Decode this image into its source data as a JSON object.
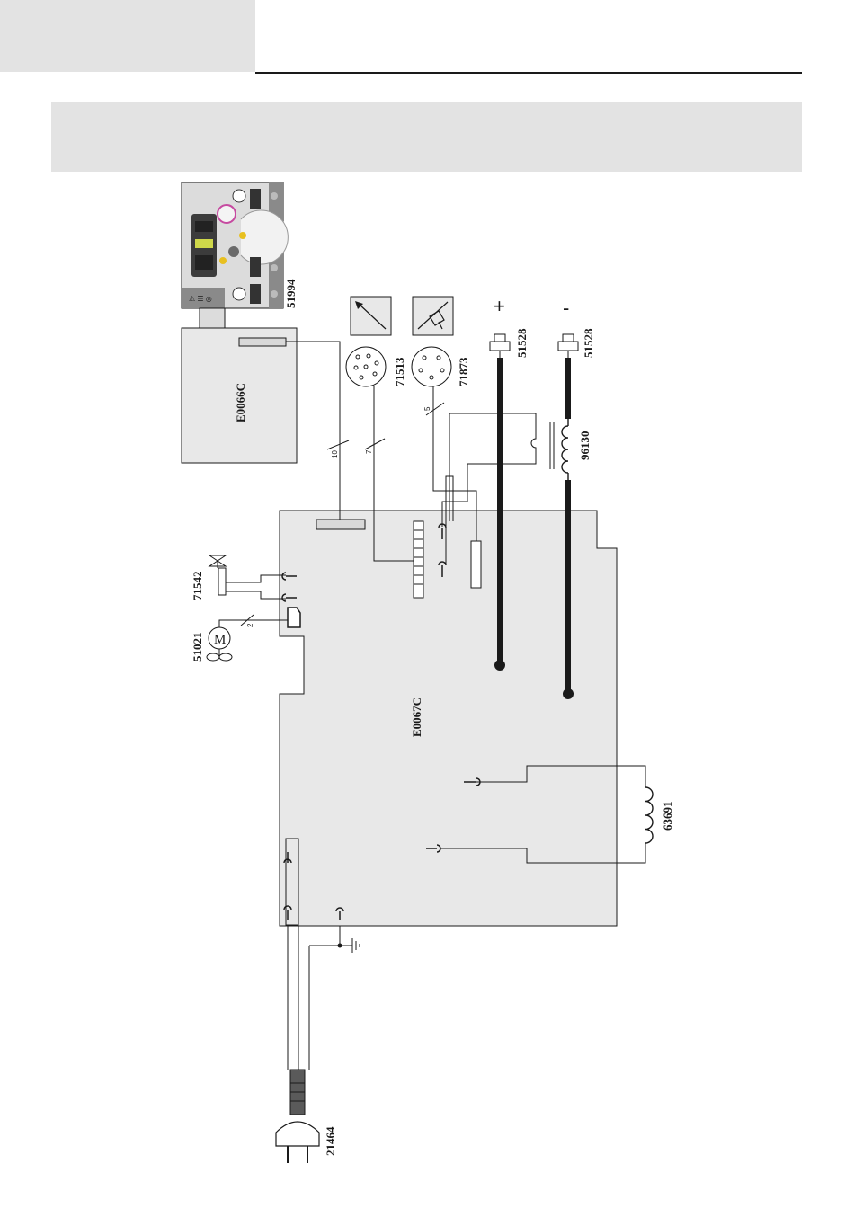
{
  "diagram": {
    "labels": {
      "panel": "51994",
      "control_board": "E0066C",
      "power_board": "E0067C",
      "connector_7pin": "71513",
      "connector_5pin": "71873",
      "socket_pos": "51528",
      "socket_neg": "51528",
      "inductor": "96130",
      "transformer": "63691",
      "valve": "71542",
      "fan_motor": "51021",
      "plug": "21464"
    },
    "symbols": {
      "plus": "+",
      "minus": "-",
      "motor": "M"
    },
    "wire_counts": {
      "ribbon": "10",
      "connector_7pin": "7",
      "connector_5pin": "5",
      "fan": "2"
    },
    "icons": [
      "mig-torch-icon",
      "tig-torch-icon"
    ],
    "colors": {
      "board_fill": "#e8e8e8",
      "line": "#1a1a1a",
      "panel_dark": "#8a8a8a",
      "panel_light": "#dcdcdc"
    }
  }
}
